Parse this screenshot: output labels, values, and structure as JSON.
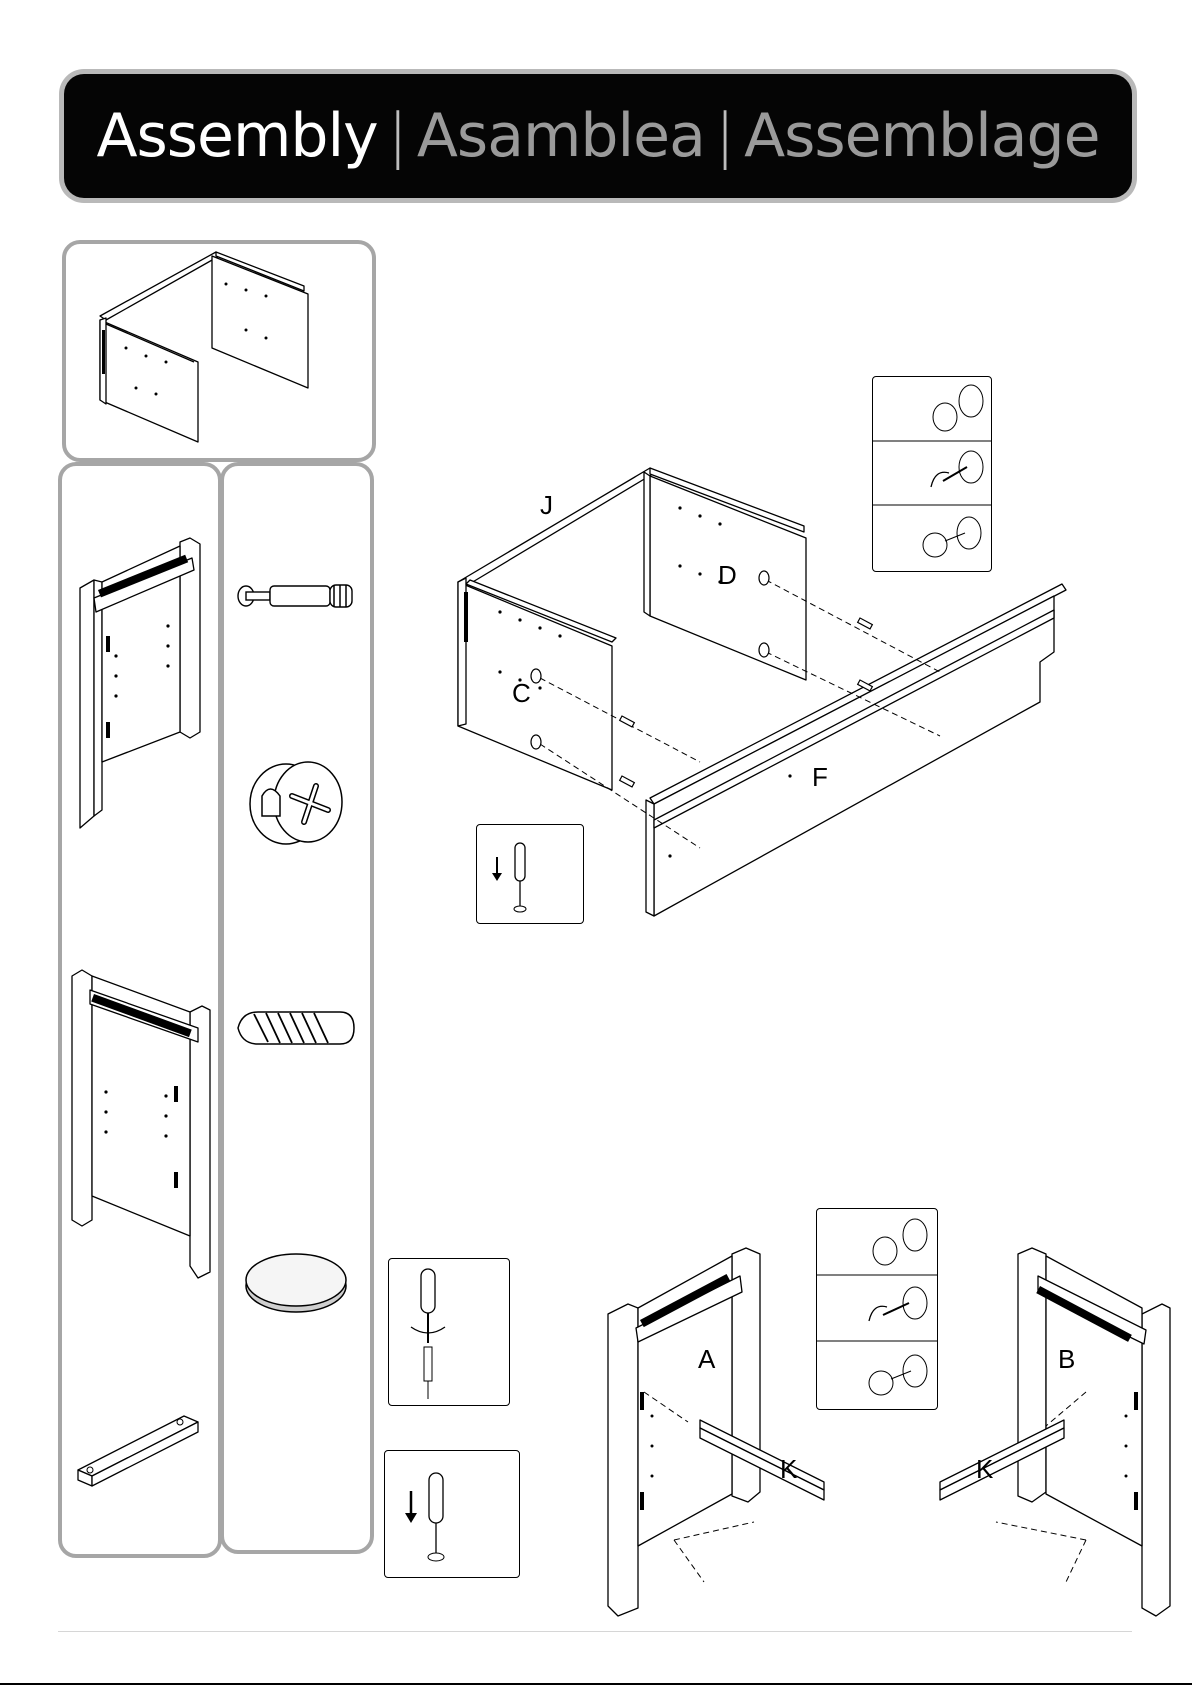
{
  "header": {
    "title_en": "Assembly",
    "separator": "|",
    "title_es": "Asamblea",
    "title_fr": "Assemblage"
  },
  "labels": {
    "C": "C",
    "D": "D",
    "F": "F",
    "J": "J",
    "A": "A",
    "B": "B",
    "K_left": "K",
    "K_right": "K"
  },
  "icons": {
    "preview": "assembled-frame-preview-icon",
    "frame_a": "side-frame-a-icon",
    "frame_b": "side-frame-b-icon",
    "rail": "rail-k-icon",
    "cam_bolt": "cam-bolt-icon",
    "cam_lock": "cam-lock-icon",
    "dowel": "wood-dowel-icon",
    "cap": "cover-cap-icon",
    "screwdriver": "screwdriver-icon",
    "hammer_dowel": "dowel-insert-icon"
  }
}
